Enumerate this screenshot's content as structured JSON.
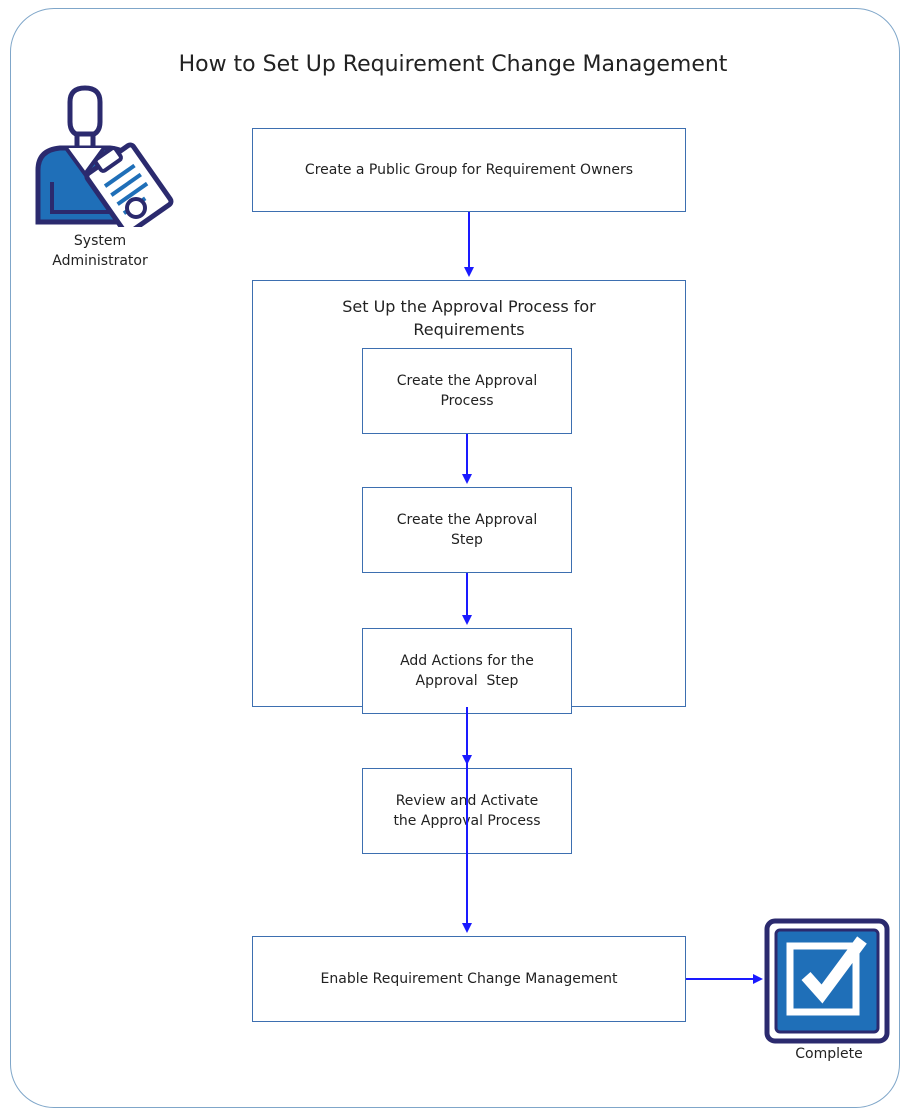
{
  "title": "How to Set Up Requirement Change Management",
  "actor": {
    "line1": "System",
    "line2": "Administrator",
    "icon": "administrator-clipboard-icon"
  },
  "steps": {
    "public_group": "Create a Public Group for Requirement Owners",
    "approval_group": {
      "line1": "Set Up the Approval Process for",
      "line2": "Requirements"
    },
    "create_process": {
      "line1": "Create the Approval",
      "line2": "Process"
    },
    "create_step": {
      "line1": "Create the Approval",
      "line2": "Step"
    },
    "add_actions": {
      "line1": "Add Actions for the",
      "line2": "Approval  Step"
    },
    "review": {
      "line1": "Review and Activate",
      "line2": "the Approval Process"
    },
    "enable": "Enable Requirement Change Management"
  },
  "complete": {
    "label": "Complete",
    "icon": "checkbox-complete-icon"
  },
  "colors": {
    "arrow": "#1a1aff",
    "box_border": "#3d6fb0",
    "icon_navy": "#2b2a6e",
    "icon_blue": "#1f6fb8",
    "frame": "#7fa6c9"
  }
}
